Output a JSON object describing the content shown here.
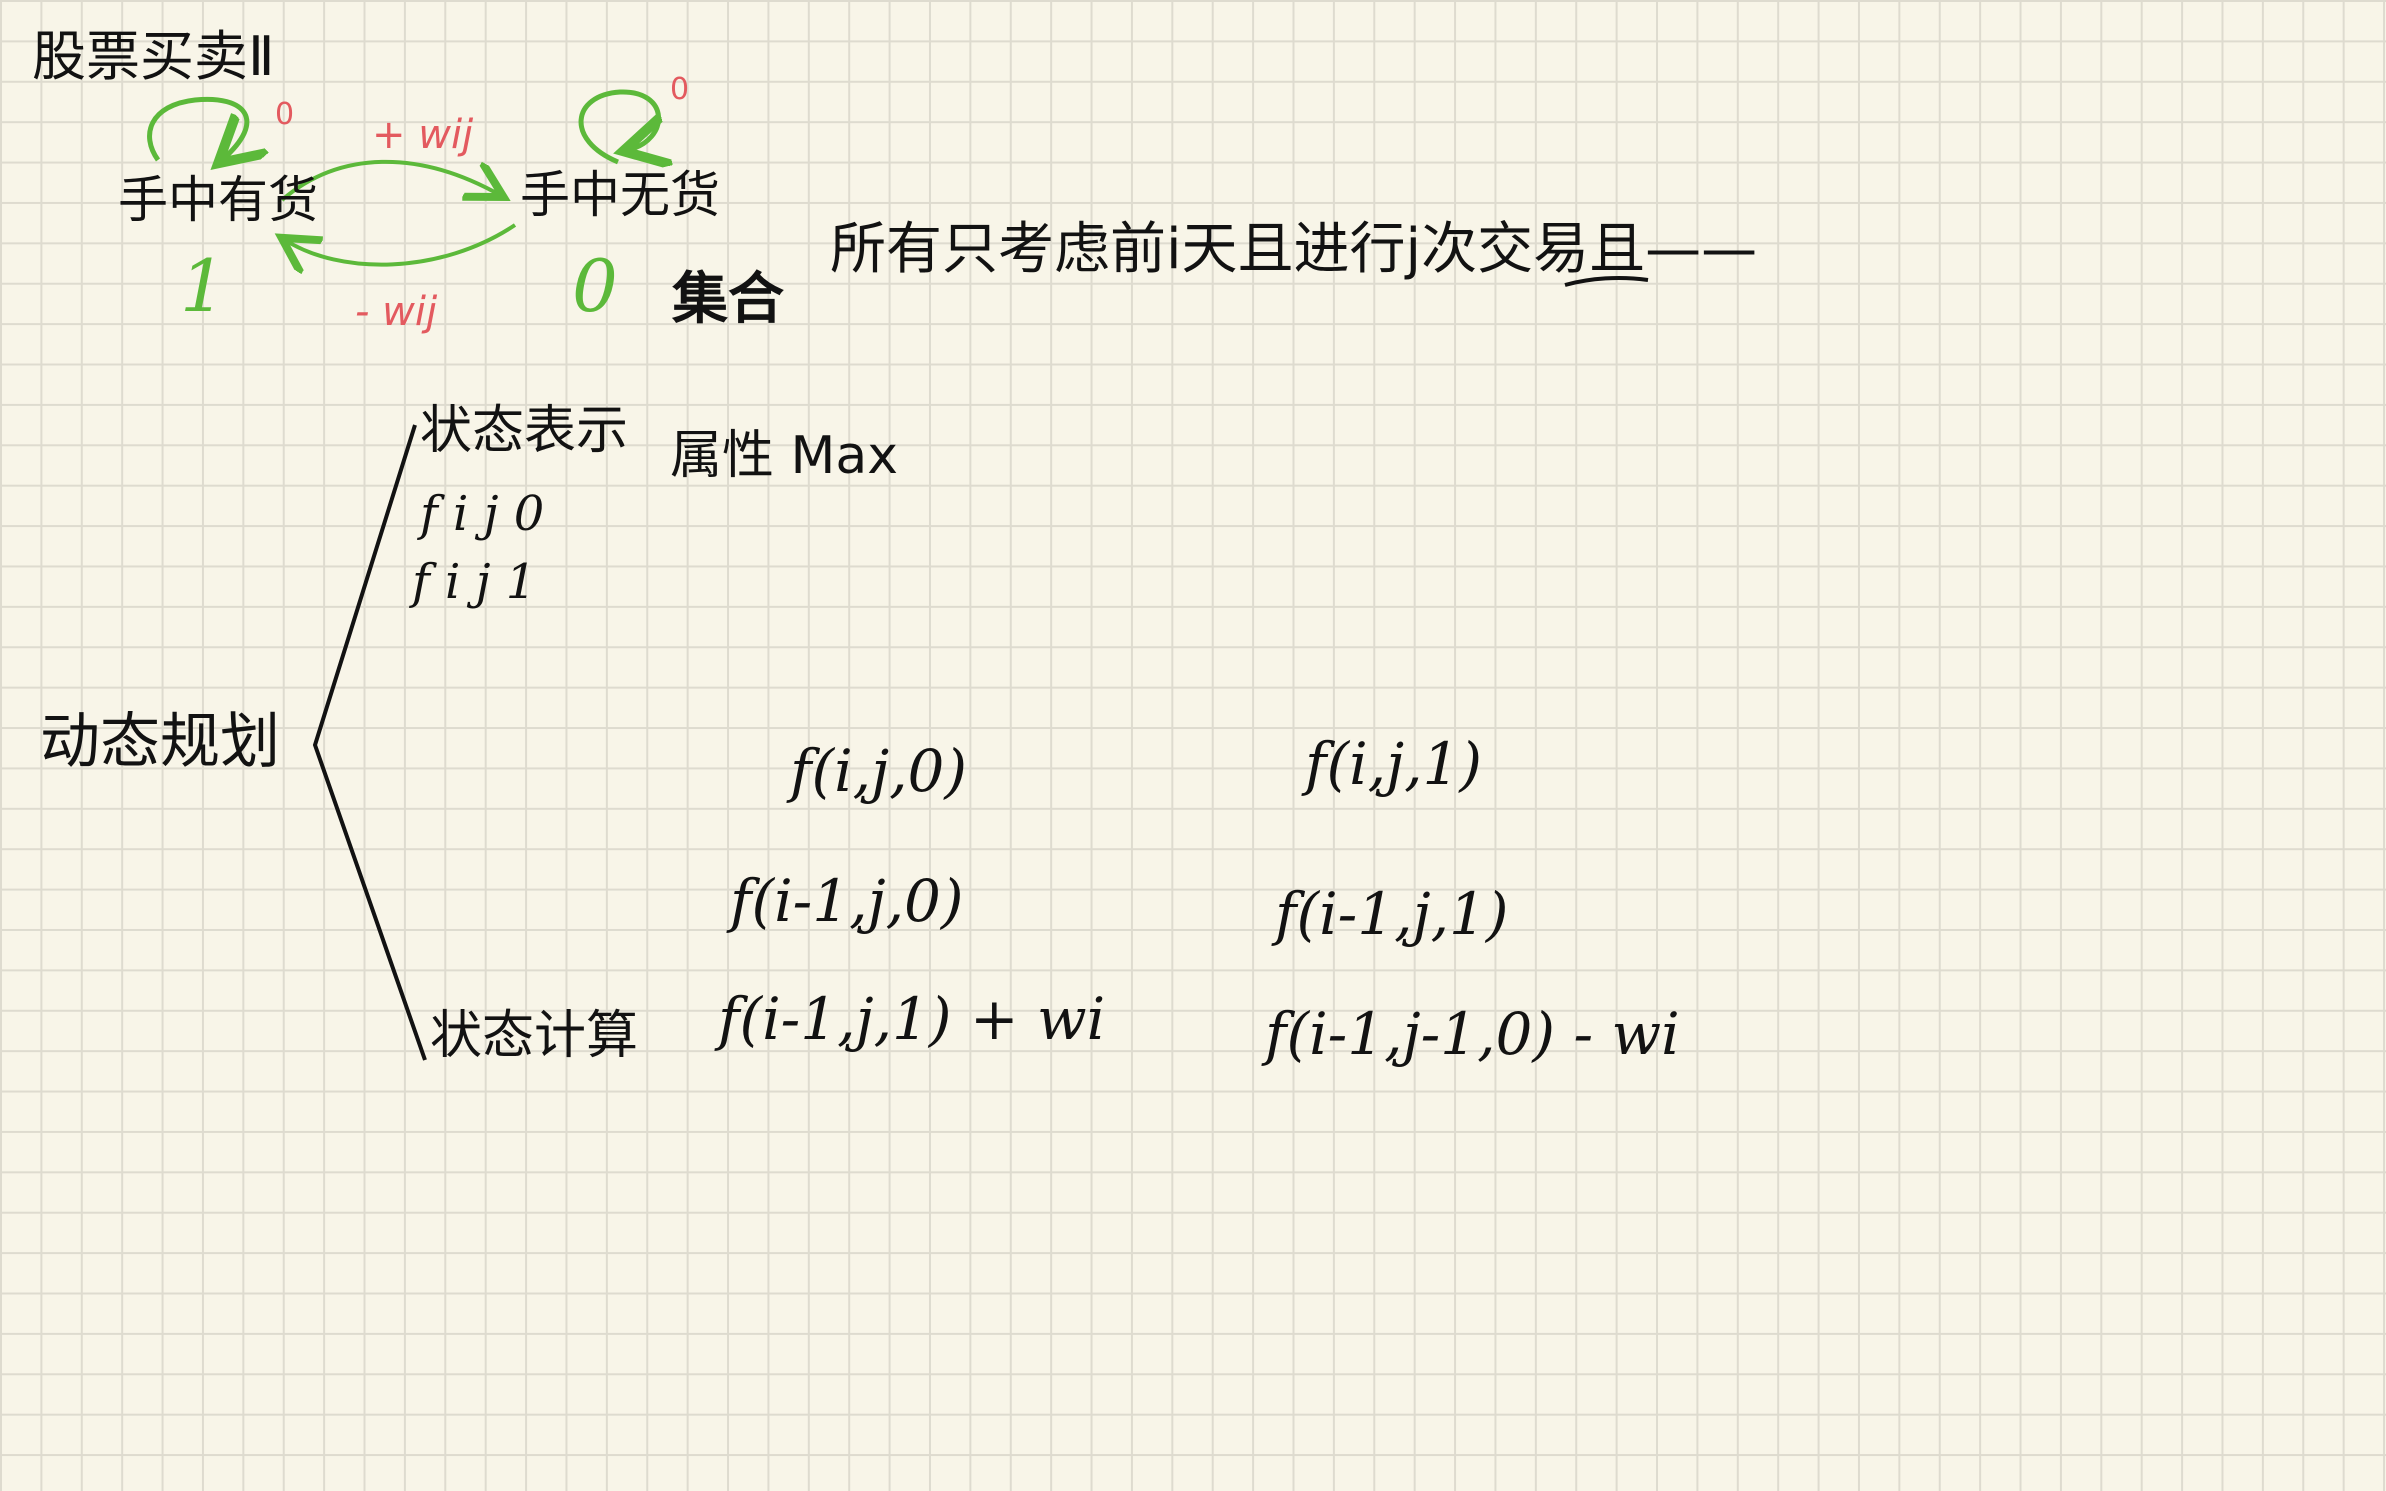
{
  "title": "股票买卖Ⅱ",
  "state_machine": {
    "holding_label": "手中有货",
    "empty_label": "手中无货",
    "sell_label": "+ wij",
    "buy_label": "- wij",
    "loop_holding": "0",
    "loop_empty": "0",
    "state_holding_value": "1",
    "state_empty_value": "0",
    "arrow_color": "#5cb93a",
    "label_color": "#e35a5f"
  },
  "set_label": "集合",
  "set_description": "所有只考虑前i天且进行j次交易且——",
  "dp": {
    "title": "动态规划",
    "state_repr": {
      "label": "状态表示",
      "items": [
        "f i j 0",
        "f i j 1"
      ],
      "attribute": "属性 Max"
    },
    "state_calc": {
      "label": "状态计算"
    }
  },
  "formulas": {
    "col0": {
      "header": "f(i,j,0)",
      "line1": "f(i-1,j,0)",
      "line2": "f(i-1,j,1) + wi"
    },
    "col1": {
      "header": "f(i,j,1)",
      "line1": "f(i-1,j,1)",
      "line2": "f(i-1,j-1,0) - wi"
    }
  }
}
